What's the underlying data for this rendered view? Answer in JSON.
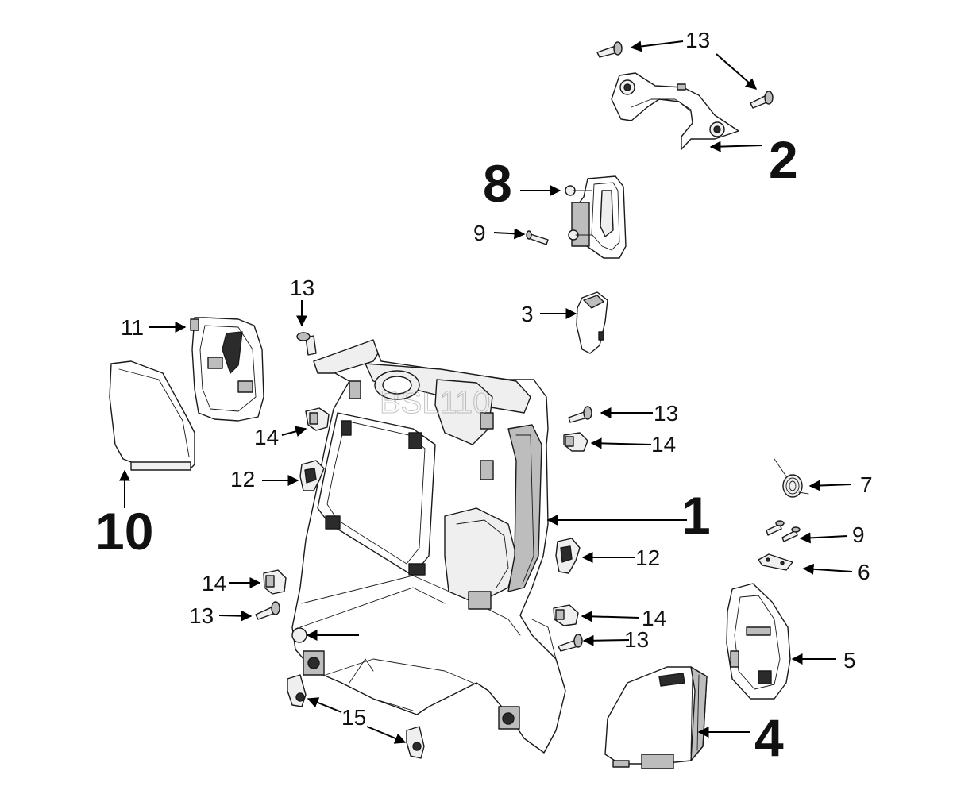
{
  "watermark": "BSL110",
  "callouts": [
    {
      "id": "c1",
      "label": "1"
    },
    {
      "id": "c2",
      "label": "2"
    },
    {
      "id": "c3",
      "label": "3"
    },
    {
      "id": "c4",
      "label": "4"
    },
    {
      "id": "c5",
      "label": "5"
    },
    {
      "id": "c6",
      "label": "6"
    },
    {
      "id": "c7",
      "label": "7"
    },
    {
      "id": "c8",
      "label": "8"
    },
    {
      "id": "c9a",
      "label": "9"
    },
    {
      "id": "c9b",
      "label": "9"
    },
    {
      "id": "c10",
      "label": "10"
    },
    {
      "id": "c11",
      "label": "11"
    },
    {
      "id": "c12a",
      "label": "12"
    },
    {
      "id": "c12b",
      "label": "12"
    },
    {
      "id": "c13a",
      "label": "13"
    },
    {
      "id": "c13b",
      "label": "13"
    },
    {
      "id": "c13c",
      "label": "13"
    },
    {
      "id": "c13d",
      "label": "13"
    },
    {
      "id": "c13e",
      "label": "13"
    },
    {
      "id": "c14a",
      "label": "14"
    },
    {
      "id": "c14b",
      "label": "14"
    },
    {
      "id": "c14c",
      "label": "14"
    },
    {
      "id": "c14d",
      "label": "14"
    },
    {
      "id": "c15",
      "label": "15"
    }
  ]
}
